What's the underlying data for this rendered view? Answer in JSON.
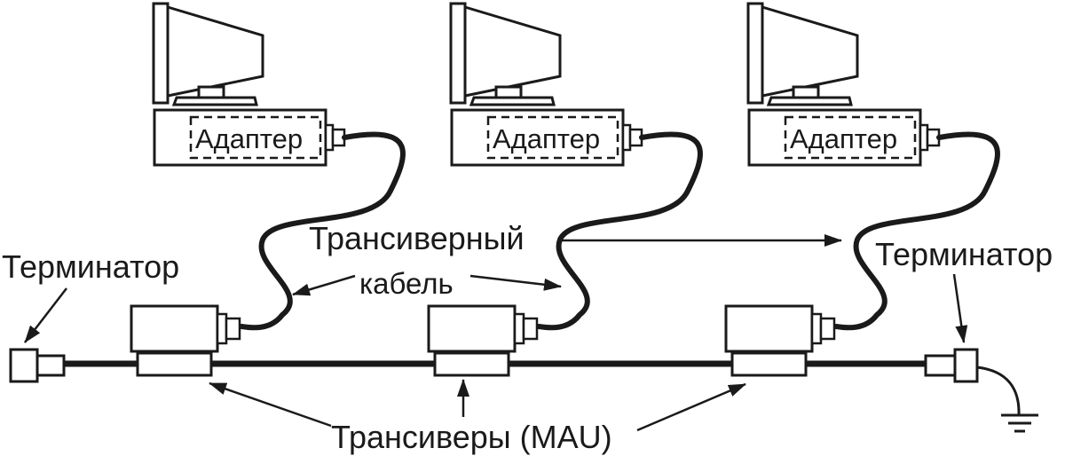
{
  "labels": {
    "adapter": "Адаптер",
    "transceiver_cable_line1": "Трансиверный",
    "transceiver_cable_line2": "кабель",
    "terminator": "Терминатор",
    "transceivers": "Трансиверы (MAU)"
  },
  "stations": [
    {
      "adapter_label": "Адаптер"
    },
    {
      "adapter_label": "Адаптер"
    },
    {
      "adapter_label": "Адаптер"
    }
  ],
  "colors": {
    "ink": "#1a1a1a",
    "background": "#ffffff"
  }
}
